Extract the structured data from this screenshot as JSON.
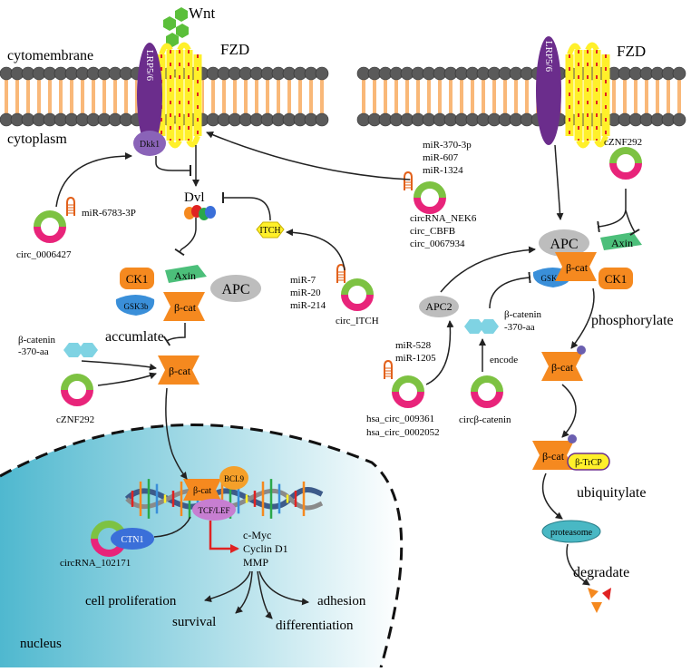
{
  "labels": {
    "wnt": "Wnt",
    "fzd_left": "FZD",
    "fzd_right": "FZD",
    "cytomembrane": "cytomembrane",
    "cytoplasm": "cytoplasm",
    "lrp_left": "LRP5/6",
    "lrp_right": "LRP5/6",
    "dkk1": "Dkk1",
    "dvl": "Dvl",
    "itch": "ITCH",
    "ck1_left": "CK1",
    "axin_left": "Axin",
    "apc_left": "APC",
    "gsk3b_left": "GSK3b",
    "bcat_left": "β-cat",
    "accumulate": "accumlate",
    "bcatenin_370_left_1": "β-catenin",
    "bcatenin_370_left_2": "-370-aa",
    "bcat_mid": "β-cat",
    "czf_left": "cZNF292",
    "bcat_nuc": "β-cat",
    "bcl9": "BCL9",
    "tcflef": "TCF/LEF",
    "ctn1": "CTN1",
    "circ_102171": "circRNA_102171",
    "targets": [
      "c-Myc",
      "Cyclin D1",
      "MMP"
    ],
    "cell_prolif": "cell proliferation",
    "survival": "survival",
    "adhesion": "adhesion",
    "differentiation": "differentiation",
    "nucleus": "nucleus",
    "mir6783": "miR-6783-3P",
    "circ0006427": "circ_0006427",
    "mir_itch": [
      "miR-7",
      "miR-20",
      "miR-214"
    ],
    "circ_itch": "circ_ITCH",
    "mir_nek6": [
      "miR-370-3p",
      "miR-607",
      "miR-1324"
    ],
    "circ_nek6": [
      "circRNA_NEK6",
      "circ_CBFB",
      "circ_0067934"
    ],
    "apc2": "APC2",
    "mir528": [
      "miR-528",
      "miR-1205"
    ],
    "hsa_circ": [
      "hsa_circ_009361",
      "hsa_circ_0002052"
    ],
    "bcatenin_370_right_1": "β-catenin",
    "bcatenin_370_right_2": "-370-aa",
    "encode": "encode",
    "circ_bcatenin": "circβ-catenin",
    "czf_right": "cZNF292",
    "apc_right": "APC",
    "axin_right": "Axin",
    "gsk3b_right": "GSK3b",
    "bcat_right": "β-cat",
    "ck1_right": "CK1",
    "phosphorylate": "phosphorylate",
    "bcat_phos": "β-cat",
    "bcat_ub": "β-cat",
    "btrcp": "β-TrCP",
    "ubiquitylate": "ubiquitylate",
    "proteasome": "proteasome",
    "degradate": "degradate"
  },
  "colors": {
    "orange": "#f5891f",
    "purple": "#6b2d8c",
    "yellow": "#fff02a",
    "red": "#e02222",
    "green": "#2aa84a",
    "axin_green": "#4cbf7a",
    "blue": "#3a8fd9",
    "cyan_hex": "#7fd3e3",
    "apc_gray": "#bdbdbd",
    "circ_green": "#7dc242",
    "circ_pink": "#e8247a",
    "mirna_orange": "#e2601a",
    "nucleus_cyan": "#4fb8cf",
    "proteasome_teal": "#49b8c4"
  }
}
